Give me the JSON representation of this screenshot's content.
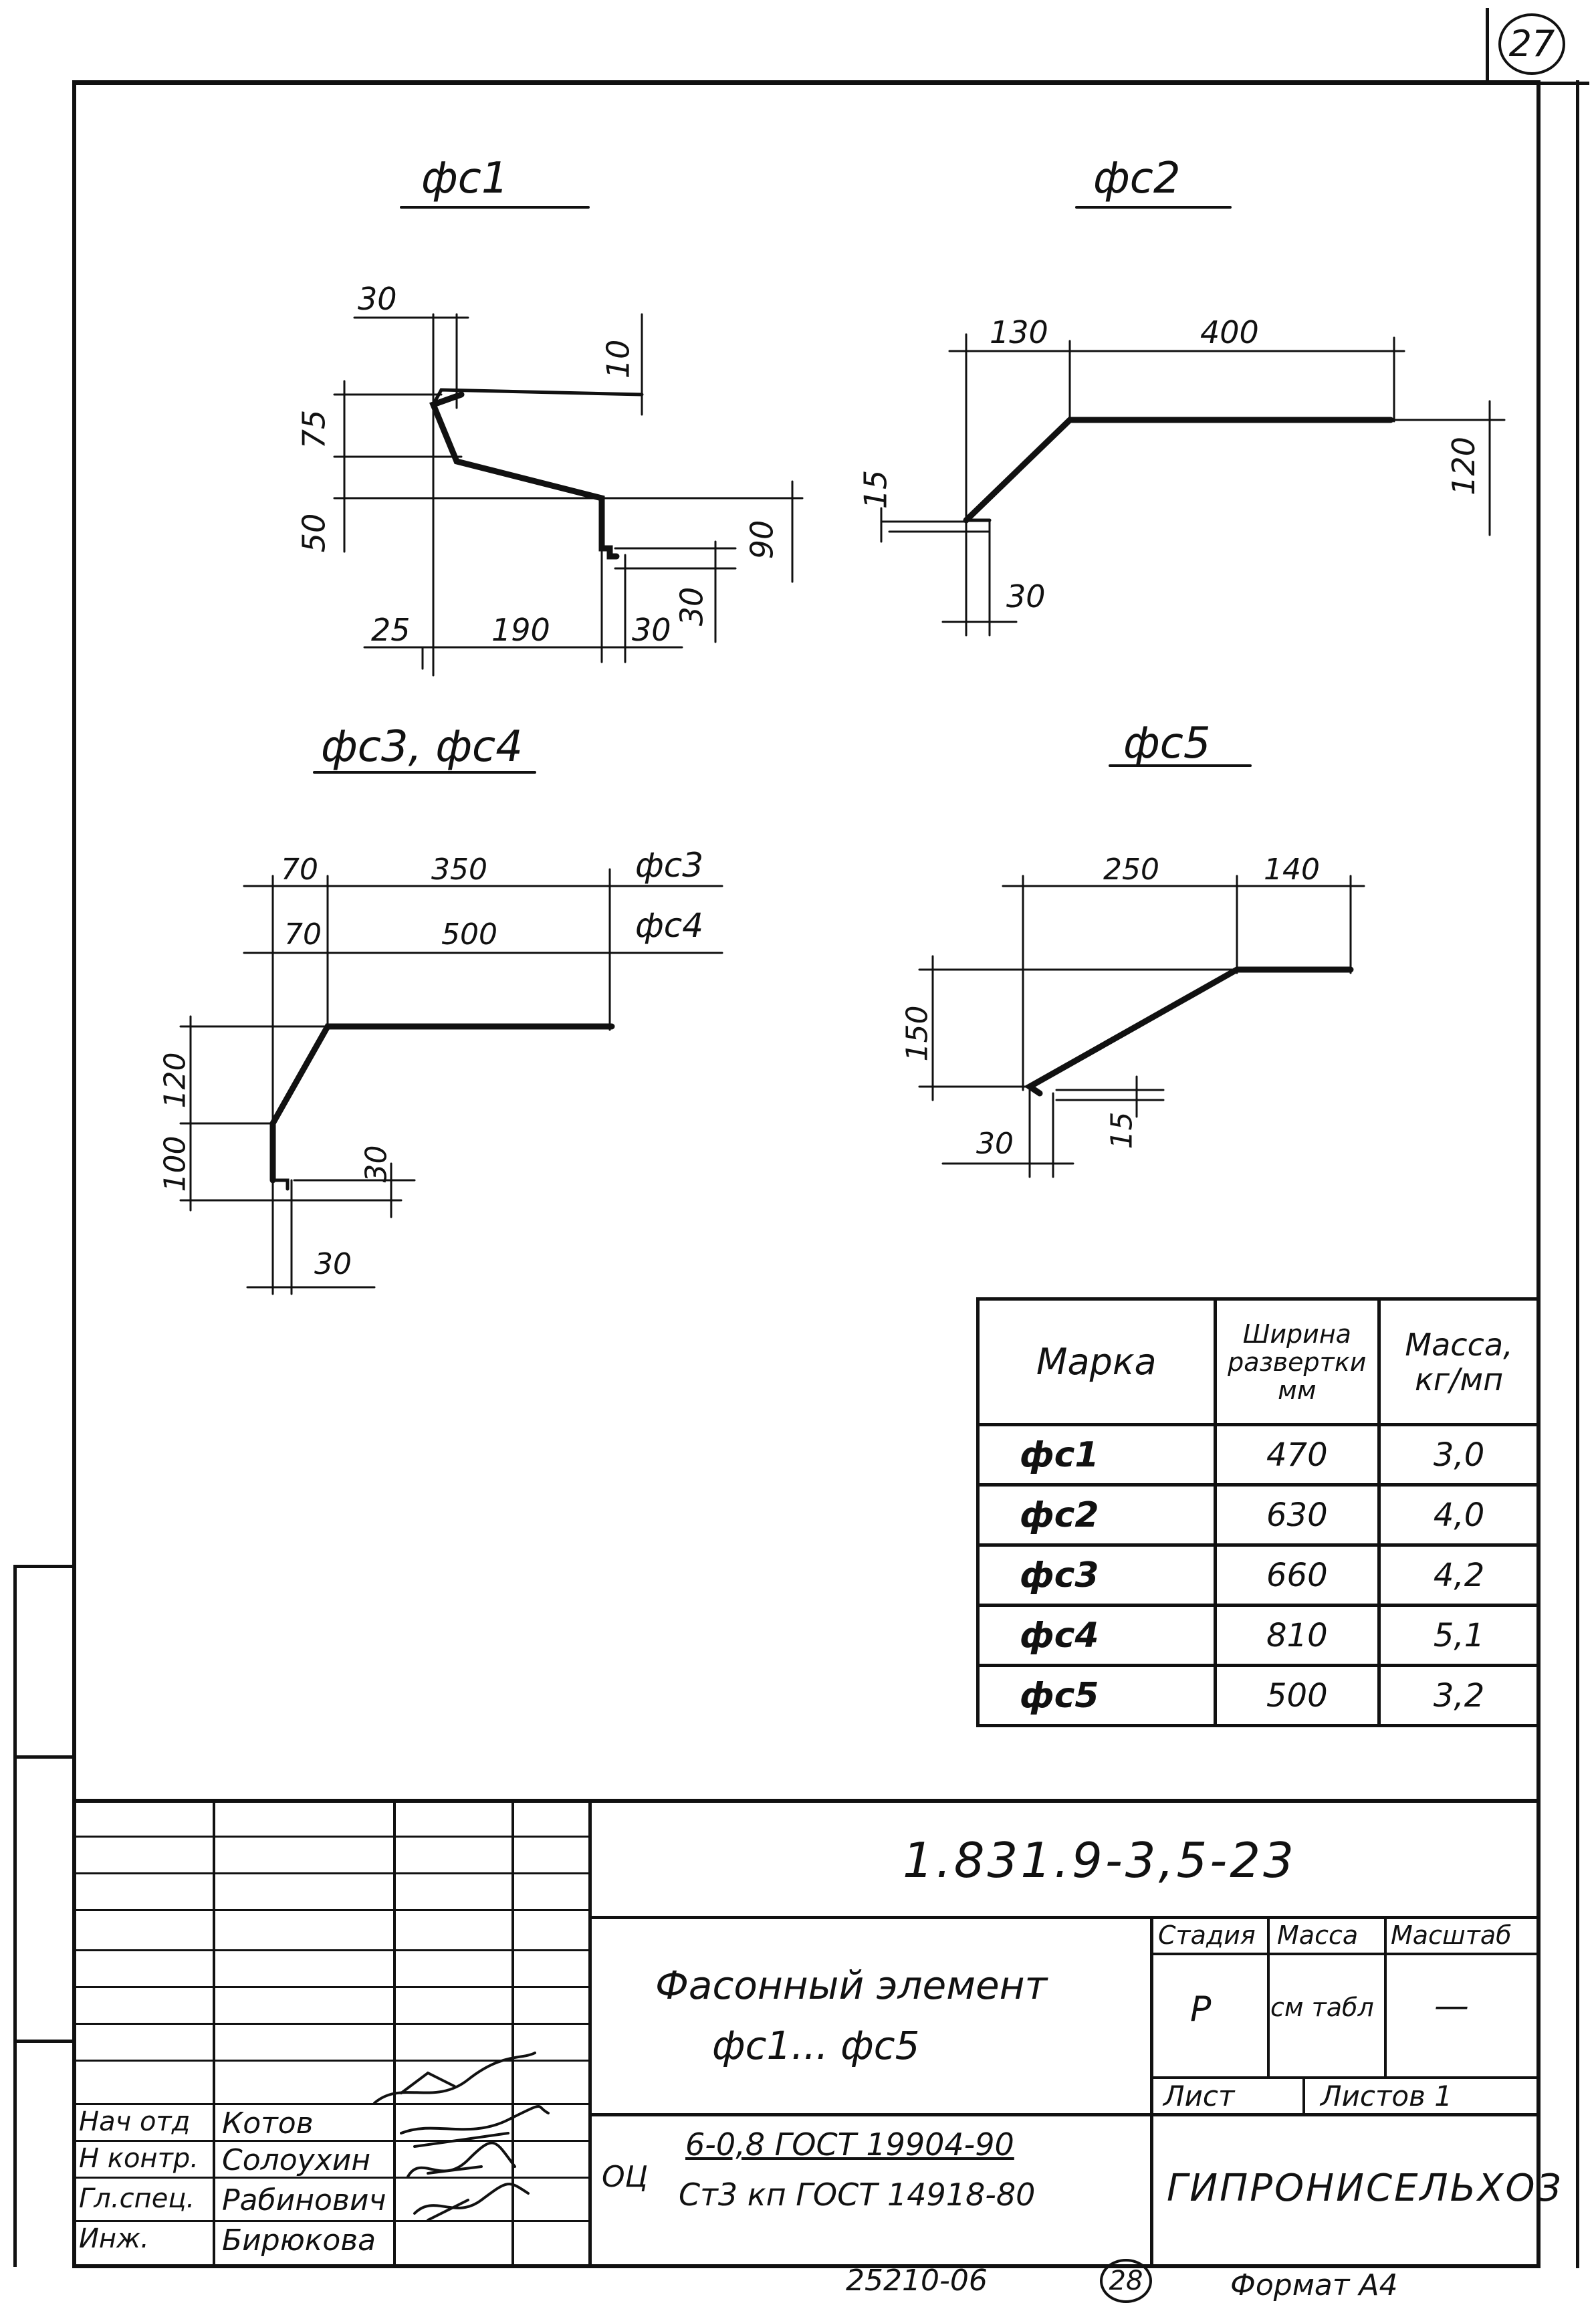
{
  "sheet_number": "27",
  "drawings": {
    "fs1": {
      "title": "фс1",
      "dims": [
        "30",
        "10",
        "75",
        "50",
        "90",
        "30",
        "25",
        "190",
        "30"
      ]
    },
    "fs2": {
      "title": "фс2",
      "dims": [
        "130",
        "400",
        "120",
        "15",
        "30"
      ]
    },
    "fs34": {
      "title": "фс3, фс4",
      "dims": [
        "70",
        "350",
        "70",
        "500",
        "120",
        "100",
        "30",
        "30"
      ],
      "labels": [
        "фс3",
        "фс4"
      ]
    },
    "fs5": {
      "title": "фс5",
      "dims": [
        "250",
        "140",
        "150",
        "15",
        "30"
      ]
    }
  },
  "spec_table": {
    "headers": [
      "Марка",
      "Ширина развертки мм",
      "Масса, кг/мп"
    ],
    "header_lines": {
      "h2": [
        "Ширина",
        "развертки",
        "мм"
      ],
      "h3": [
        "Масса,",
        "кг/мп"
      ]
    },
    "rows": [
      {
        "mark": "фс1",
        "width": "470",
        "mass": "3,0"
      },
      {
        "mark": "фс2",
        "width": "630",
        "mass": "4,0"
      },
      {
        "mark": "фс3",
        "width": "660",
        "mass": "4,2"
      },
      {
        "mark": "фс4",
        "width": "810",
        "mass": "5,1"
      },
      {
        "mark": "фс5",
        "width": "500",
        "mass": "3,2"
      }
    ]
  },
  "title_block": {
    "designation": "1.831.9-3,5-23",
    "name_line1": "Фасонный элемент",
    "name_line2": "фс1... фс5",
    "stage_label": "Стадия",
    "mass_label": "Масса",
    "scale_label": "Масштаб",
    "stage_value": "Р",
    "mass_value": "см табл",
    "scale_value": "—",
    "sheet_label": "Лист",
    "sheets_label": "Листов 1",
    "material_prefix": "ОЦ",
    "material_line1": "6-0,8 ГОСТ 19904-90",
    "material_line2": "Ст3 кп ГОСТ 14918-80",
    "organization": "ГИПРОНИСЕЛЬХОЗ",
    "staff": [
      {
        "role": "Нач отд",
        "name": "Котов"
      },
      {
        "role": "Н контр.",
        "name": "Солоухин"
      },
      {
        "role": "Гл.спец.",
        "name": "Рабинович"
      },
      {
        "role": "Инж.",
        "name": "Бирюкова"
      }
    ]
  },
  "footer": {
    "inventory": "25210-06",
    "page_circle": "28",
    "format": "Формат А4"
  }
}
